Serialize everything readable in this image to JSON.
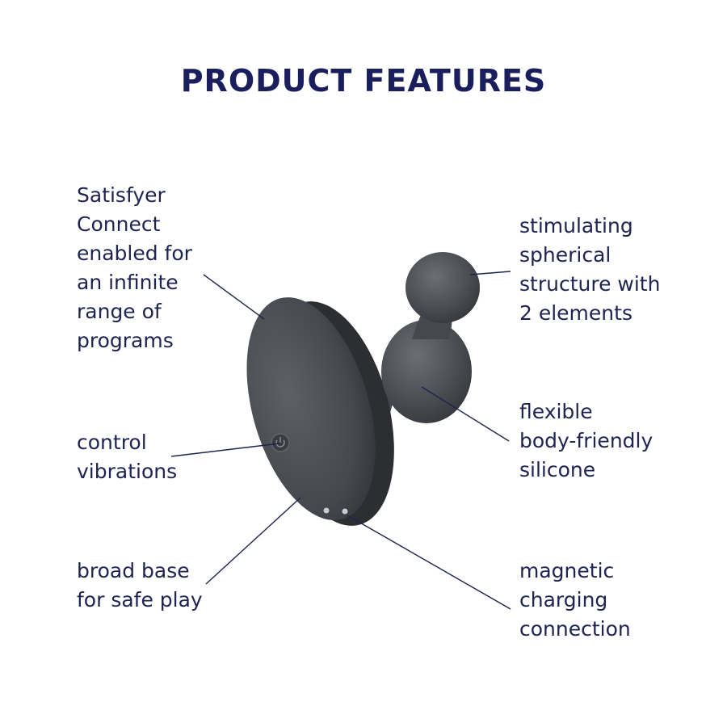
{
  "title": "PRODUCT FEATURES",
  "features": {
    "connect": "Satisfyer\nConnect\nenabled for\nan infinite\nrange of\nprograms",
    "control": "control\nvibrations",
    "base": "broad base\nfor safe play",
    "sphere": "stimulating\nspherical\nstructure with\n2 elements",
    "silicone": "flexible\nbody-friendly\nsilicone",
    "magnet": "magnetic\ncharging\nconnection"
  },
  "colors": {
    "text": "#1f2352",
    "title": "#1a1e5c",
    "product": "#4a4d52",
    "leader": "#1f2352"
  }
}
